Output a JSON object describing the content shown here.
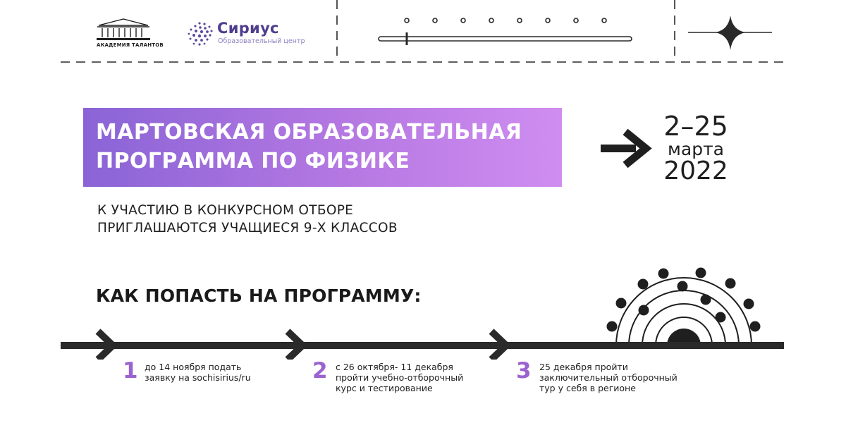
{
  "header": {
    "academy_logo_text": "АКАДЕМИЯ ТАЛАНТОВ",
    "sirius_name": "Сириус",
    "sirius_subtitle": "Образовательный центр"
  },
  "banner": {
    "line1": "МАРТОВСКАЯ ОБРАЗОВАТЕЛЬНАЯ",
    "line2": "ПРОГРАММА ПО ФИЗИКЕ"
  },
  "dates": {
    "range": "2–25",
    "month": "марта",
    "year": "2022"
  },
  "subtitle": {
    "line1": "К УЧАСТИЮ В КОНКУРСНОМ ОТБОРЕ",
    "line2": "ПРИГЛАШАЮТСЯ УЧАЩИЕСЯ 9-Х КЛАССОВ"
  },
  "how_heading": "КАК ПОПАСТЬ НА ПРОГРАММУ:",
  "steps": [
    {
      "number": "1",
      "lines": [
        "до 14 ноября подать",
        "заявку на sochisirius/ru"
      ]
    },
    {
      "number": "2",
      "lines": [
        "с 26 октября- 11 декабря",
        "пройти учебно-отборочный",
        "курс и тестирование"
      ]
    },
    {
      "number": "3",
      "lines": [
        "25 декабря пройти",
        "заключительный отборочный",
        "тур у себя в регионе"
      ]
    }
  ],
  "colors": {
    "accent_purple": "#9b63cf",
    "banner_start": "#8a64d6",
    "banner_end": "#cf8df0",
    "dark": "#1f1f1f"
  },
  "icons": [
    "academy-building-icon",
    "sirius-dots-icon",
    "sparkle-icon",
    "arrow-right-icon",
    "chevron-icon",
    "half-dome-icon"
  ]
}
